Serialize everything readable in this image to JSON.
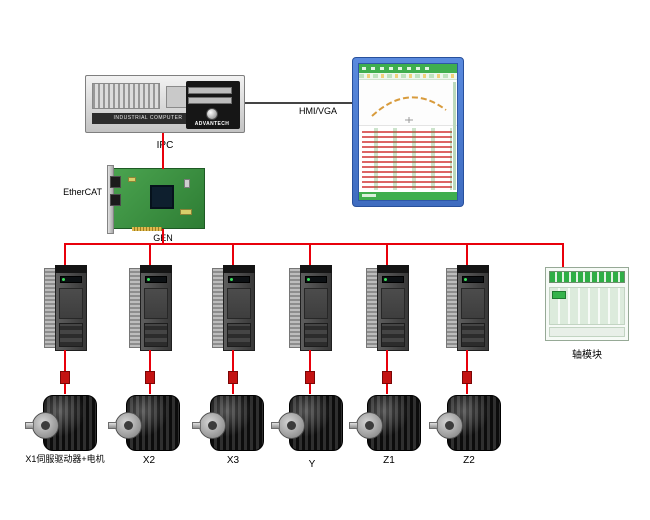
{
  "diagram": {
    "ipc": {
      "label": "IPC",
      "brand": "ADVANTECH",
      "band_text": "INDUSTRIAL COMPUTER"
    },
    "hmi": {
      "connection_label": "HMI/VGA"
    },
    "ethercat": {
      "bus_label": "EtherCAT",
      "card_label": "GEN"
    },
    "axis_module": {
      "label": "轴模块"
    },
    "motors": [
      {
        "label": "X1伺服驱动器+电机"
      },
      {
        "label": "X2"
      },
      {
        "label": "X3"
      },
      {
        "label": "Y"
      },
      {
        "label": "Z1"
      },
      {
        "label": "Z2"
      }
    ],
    "colors": {
      "wire": "#e8000b",
      "signal_wire": "#444444",
      "pcb_green": "#3f9143",
      "monitor_frame": "#4a7fd4"
    }
  }
}
